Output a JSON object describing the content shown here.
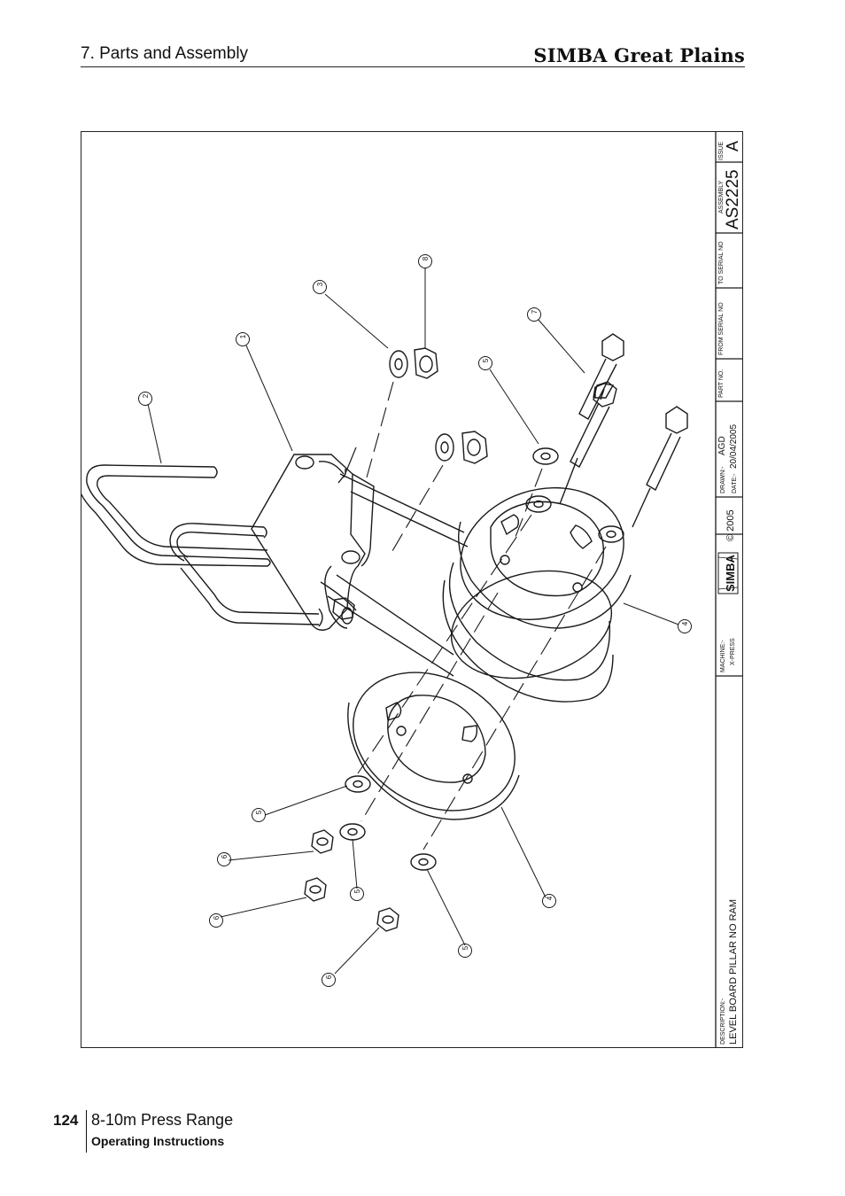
{
  "header": {
    "section_title": "7. Parts and Assembly",
    "brand": "SIMBA Great Plains"
  },
  "footer": {
    "page_number": "124",
    "title": "8-10m Press Range",
    "subtitle": "Operating Instructions"
  },
  "title_block": {
    "issue_label": "ISSUE",
    "issue_value": "A",
    "assembly_label": "ASSEMBLY",
    "assembly_value": "AS2225",
    "to_serial_label": "TO SERIAL NO",
    "from_serial_label": "FROM SERIAL NO",
    "part_no_label": "PART NO.",
    "drawn_label": "DRAWN:-",
    "drawn_value": "AGD",
    "date_label": "DATE:-",
    "date_value": "20/04/2005",
    "copyright": "© 2005",
    "logo_text": "SIMBA",
    "machine_label": "MACHINE:-",
    "machine_value": "X-PRESS",
    "description_label": "DESCRIPTION:-",
    "description_value": "LEVEL BOARD PILLAR NO RAM"
  },
  "callouts": [
    "1",
    "2",
    "3",
    "8",
    "7",
    "5",
    "4",
    "5",
    "6",
    "5",
    "4",
    "6",
    "5",
    "6"
  ]
}
